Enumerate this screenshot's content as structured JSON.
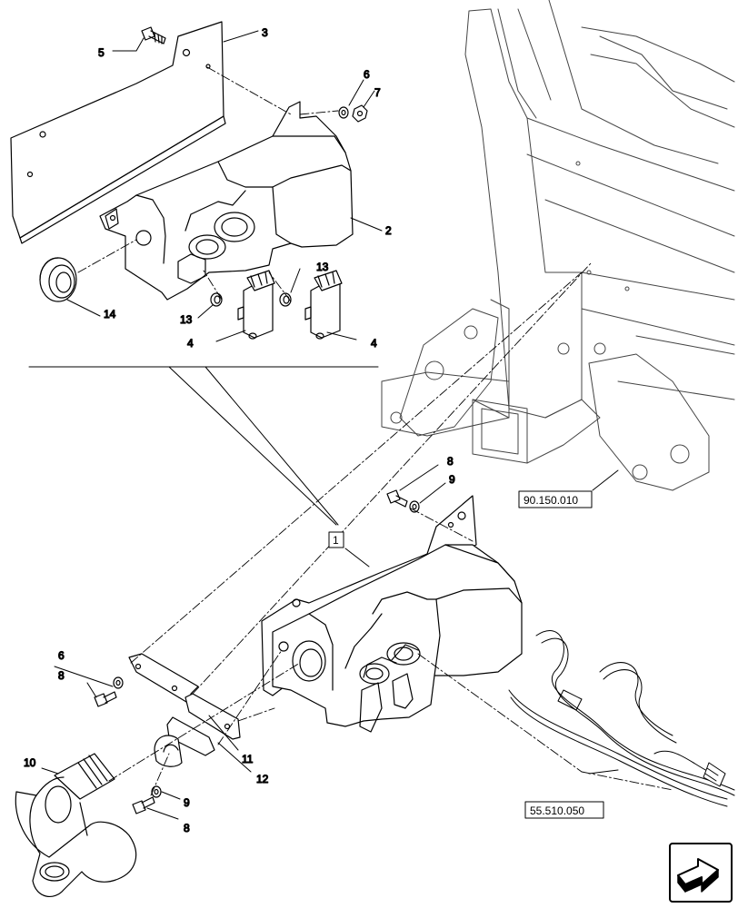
{
  "callouts": {
    "c1": "1",
    "c2": "2",
    "c3": "3",
    "c4a": "4",
    "c4b": "4",
    "c5": "5",
    "c6a": "6",
    "c6b": "6",
    "c7": "7",
    "c8a": "8",
    "c8b": "8",
    "c8c": "8",
    "c9a": "9",
    "c9b": "9",
    "c10": "10",
    "c11": "11",
    "c12": "12",
    "c13a": "13",
    "c13b": "13",
    "c14": "14"
  },
  "references": {
    "ref_frame": "90.150.010",
    "ref_harness": "55.510.050"
  },
  "icons": {
    "nav": "next-page-arrow-icon"
  }
}
